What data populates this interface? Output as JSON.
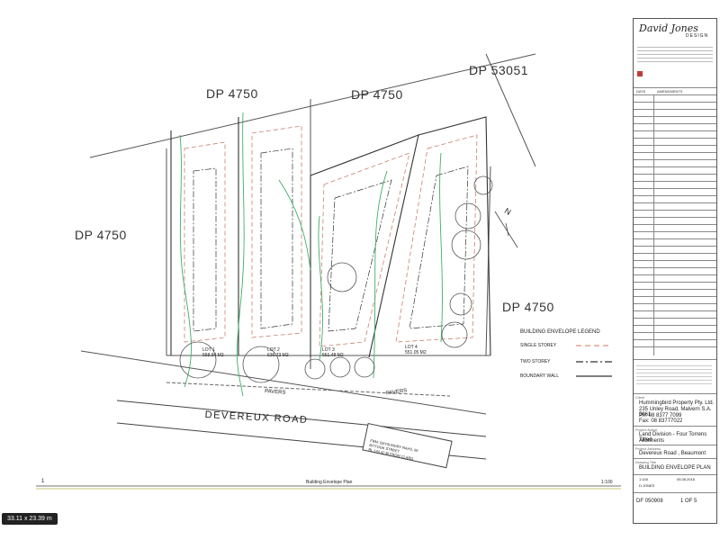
{
  "dp_labels": {
    "north_left": "DP 4750",
    "north_mid": "DP 4750",
    "north_right": "DP 53051",
    "west": "DP 4750",
    "east": "DP 4750"
  },
  "lots": [
    {
      "label": "LOT 1",
      "area": "558.94 M2"
    },
    {
      "label": "LOT 2",
      "area": "636.72 M2"
    },
    {
      "label": "LOT 3",
      "area": "551.48 M2"
    },
    {
      "label": "LOT 4",
      "area": "551.05 M2"
    }
  ],
  "road_name": "DEVEREUX ROAD",
  "pavers_labels": [
    "PAVERS",
    "PAVERS"
  ],
  "sign_lines": [
    "FRM: BAYSUNDRY RAHS, 99",
    "BITTOOK STREET",
    "RL 144.42 fill FROM CLARO"
  ],
  "legend": {
    "title": "BUILDING ENVELOPE LEGEND",
    "items": [
      {
        "label": "SINGLE STOREY",
        "color": "#d98f7a",
        "dash": "6 4"
      },
      {
        "label": "TWO STOREY",
        "color": "#333333",
        "dash": "8 3 2 3"
      },
      {
        "label": "BOUNDARY WALL",
        "color": "#333333",
        "dash": ""
      }
    ]
  },
  "north_letter": "N",
  "compass_n": "N",
  "footer": {
    "page_index": "1",
    "title": "Building Envelope Plan",
    "scale": "1:100"
  },
  "title_block": {
    "brand": "David Jones",
    "brand_sub": "DESIGN",
    "header_cells": [
      "DATE",
      "AMENDMENTS"
    ],
    "client_label": "Client",
    "client_lines": [
      "Hummingbird Property Pty. Ltd.",
      "235 Unley Road, Malvern S.A. 5061",
      "Ph: 08 8377 7099",
      "Fax: 08 83777022"
    ],
    "project_label": "Project Name",
    "project_lines": [
      "Land Division - Four Torrens Titled",
      "Allotments"
    ],
    "address_label": "Project Address",
    "address": "Devereux Road , Beaumont",
    "drawing_title_label": "Drawing Title",
    "drawing_title": "BUILDING ENVELOPE PLAN",
    "scale": "1:100",
    "date": "05.08.2016",
    "drawn": "D.JONES",
    "project_no": "DF 050908",
    "drawing_no": "1 OF 5"
  },
  "status": "33.11 x 23.39 m"
}
